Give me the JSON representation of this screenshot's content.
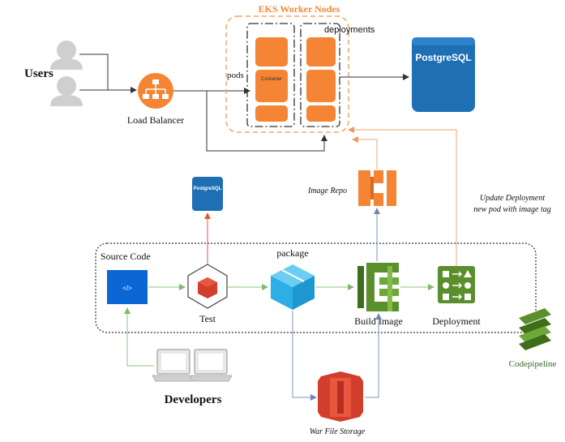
{
  "users": {
    "label": "Users"
  },
  "load_balancer": {
    "label": "Load Balancer"
  },
  "eks": {
    "title": "EKS Worker Nodes",
    "pods_label": "pods",
    "deployments_label": "deployments",
    "container_label": "Container"
  },
  "database": {
    "label": "PostgreSQL"
  },
  "test_database": {
    "label": "PostgreSQL"
  },
  "image_repo": {
    "label": "Image Repo"
  },
  "update_note": {
    "line1": "Update Deployment",
    "line2": "new pod with image tag"
  },
  "pipeline": {
    "source_code": "Source Code",
    "source_icon_text": "</>",
    "test": "Test",
    "package": "package",
    "build_image": "Build Image",
    "deployment": "Deployment"
  },
  "codepipeline": {
    "label": "Codepipeline"
  },
  "developers": {
    "label": "Developers"
  },
  "storage": {
    "label": "War File Storage"
  },
  "colors": {
    "orange": "#f58534",
    "postgres_blue": "#1f6fb5",
    "green": "#5a8f2c",
    "s3_red": "#d13f2c",
    "package_blue": "#2eaee6",
    "source_blue": "#0b67d5",
    "arrow_green": "#8cc47b",
    "arrow_blue": "#7f95b8",
    "arrow_red": "#e05a3c",
    "arrow_orange": "#f0a66a"
  }
}
